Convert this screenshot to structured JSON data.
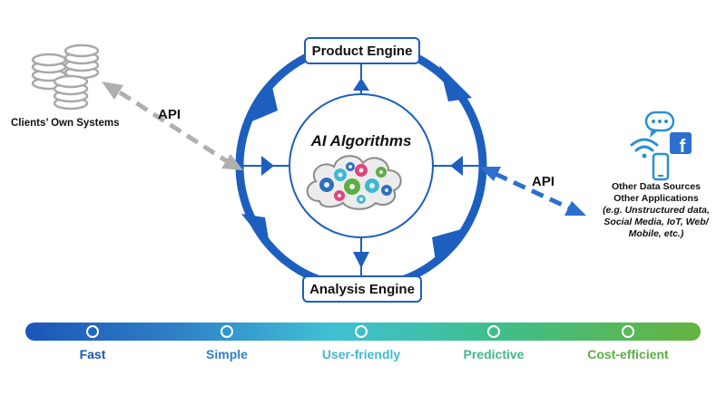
{
  "diagram": {
    "product_engine": "Product Engine",
    "analysis_engine": "Analysis Engine",
    "core_title": "AI Algorithms",
    "api_left": "API",
    "api_right": "API",
    "clients_label": "Clients’ Own Systems",
    "sources": {
      "line1": "Other Data Sources",
      "line2": "Other Applications",
      "line3": "(e.g. Unstructured data,",
      "line4": "Social Media, IoT, Web/",
      "line5": "Mobile, etc.)"
    }
  },
  "timeline": {
    "steps": [
      {
        "label": "Fast",
        "color": "#1a56b8"
      },
      {
        "label": "Simple",
        "color": "#2f7fc6"
      },
      {
        "label": "User-friendly",
        "color": "#3fb8d0"
      },
      {
        "label": "Predictive",
        "color": "#40b987"
      },
      {
        "label": "Cost-efficient",
        "color": "#5cae45"
      }
    ]
  },
  "colors": {
    "ring": "#1d5fbf",
    "gray": "#b0b0b0",
    "accent": "#2b6fcf"
  },
  "icons": [
    "database-icon",
    "gears-cloud-icon",
    "chat-bubble-icon",
    "wifi-icon",
    "facebook-icon",
    "smartphone-icon"
  ]
}
